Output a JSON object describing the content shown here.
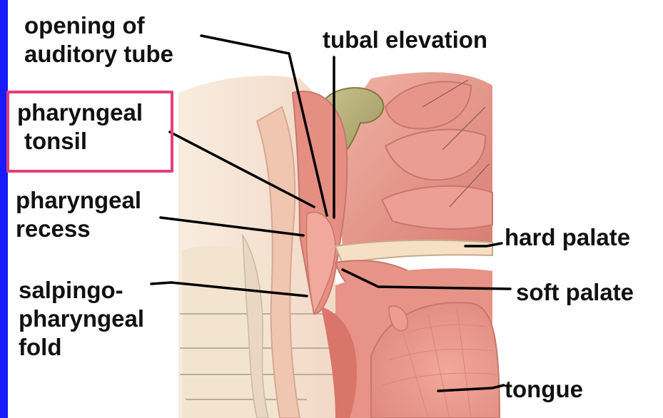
{
  "colors": {
    "accent_band": "#1a1aff",
    "highlight_border": "#e0407a",
    "label_text": "#111111",
    "tissue_pink": "#e28a80",
    "mucosa_light": "#f1c0b0",
    "adenoid_olive": "#b1aa6e",
    "bone_cream": "#efd8bc"
  },
  "labels": {
    "opening_auditory_tube": {
      "line1": "opening of",
      "line2": "auditory tube"
    },
    "tubal_elevation": {
      "line1": "tubal elevation"
    },
    "pharyngeal_tonsil": {
      "line1": "pharyngeal",
      "line2": "tonsil"
    },
    "pharyngeal_recess": {
      "line1": "pharyngeal",
      "line2": "recess"
    },
    "hard_palate": {
      "line1": "hard palate"
    },
    "salpingopharyngeal_fold": {
      "line1": "salpingo-",
      "line2": "pharyngeal",
      "line3": "fold"
    },
    "soft_palate": {
      "line1": "soft palate"
    },
    "tongue": {
      "line1": "tongue"
    }
  }
}
